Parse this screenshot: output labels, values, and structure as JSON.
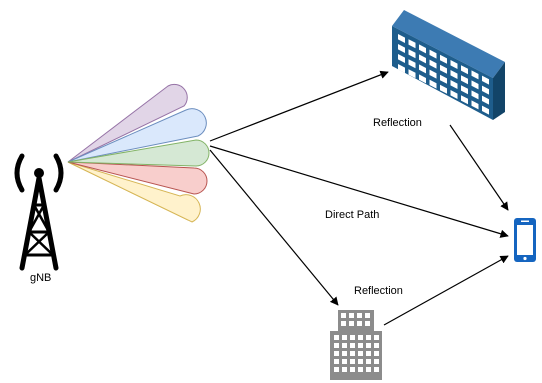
{
  "labels": {
    "gnb": "gNB",
    "reflection_top": "Reflection",
    "direct_path": "Direct Path",
    "reflection_bottom": "Reflection"
  },
  "icons": {
    "base_station": "cell-tower-icon",
    "building_large": "office-building-icon",
    "building_small": "building-icon",
    "user_equipment": "smartphone-icon"
  },
  "colors": {
    "beam_purple": "#e1d5e7",
    "beam_blue": "#dae8fc",
    "beam_green": "#d5e8d4",
    "beam_red": "#f8cecc",
    "beam_yellow": "#fff2cc",
    "building_blue": "#1e5d8c",
    "building_gray": "#8c8c8c",
    "phone_blue": "#1565c0"
  }
}
